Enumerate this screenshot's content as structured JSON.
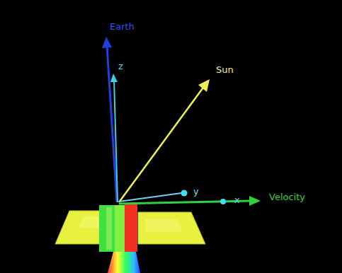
{
  "diagram": {
    "labels": [
      "Earth",
      "z",
      "Sun",
      "y",
      "x",
      "Velocity"
    ]
  }
}
